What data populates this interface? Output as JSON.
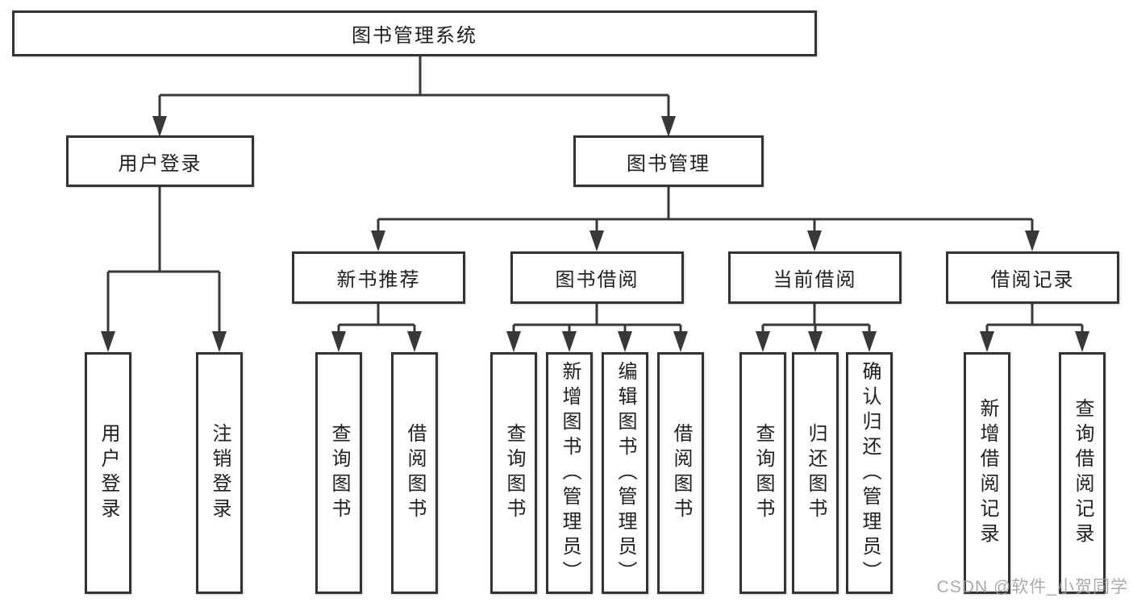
{
  "diagram": {
    "title": "图书管理系统",
    "nodes": {
      "root": "图书管理系统",
      "userLogin": "用户登录",
      "bookMgmt": "图书管理",
      "l3": [
        "新书推荐",
        "图书借阅",
        "当前借阅",
        "借阅记录"
      ],
      "leavesA": [
        "用户登录",
        "注销登录"
      ],
      "leavesB": [
        "查询图书",
        "借阅图书"
      ],
      "leavesC": [
        "查询图书",
        "新增图书（管理员）",
        "编辑图书（管理员）",
        "借阅图书"
      ],
      "leavesD": [
        "查询图书",
        "归还图书",
        "确认归还（管理员）"
      ],
      "leavesE": [
        "新增借阅记录",
        "查询借阅记录"
      ]
    },
    "colors": {
      "line": "#383838",
      "box_border": "#333333",
      "text": "#1f1f1f",
      "background": "#ffffff",
      "watermark": "#9e9e9e"
    }
  },
  "watermark": "CSDN @软件_小贺同学"
}
